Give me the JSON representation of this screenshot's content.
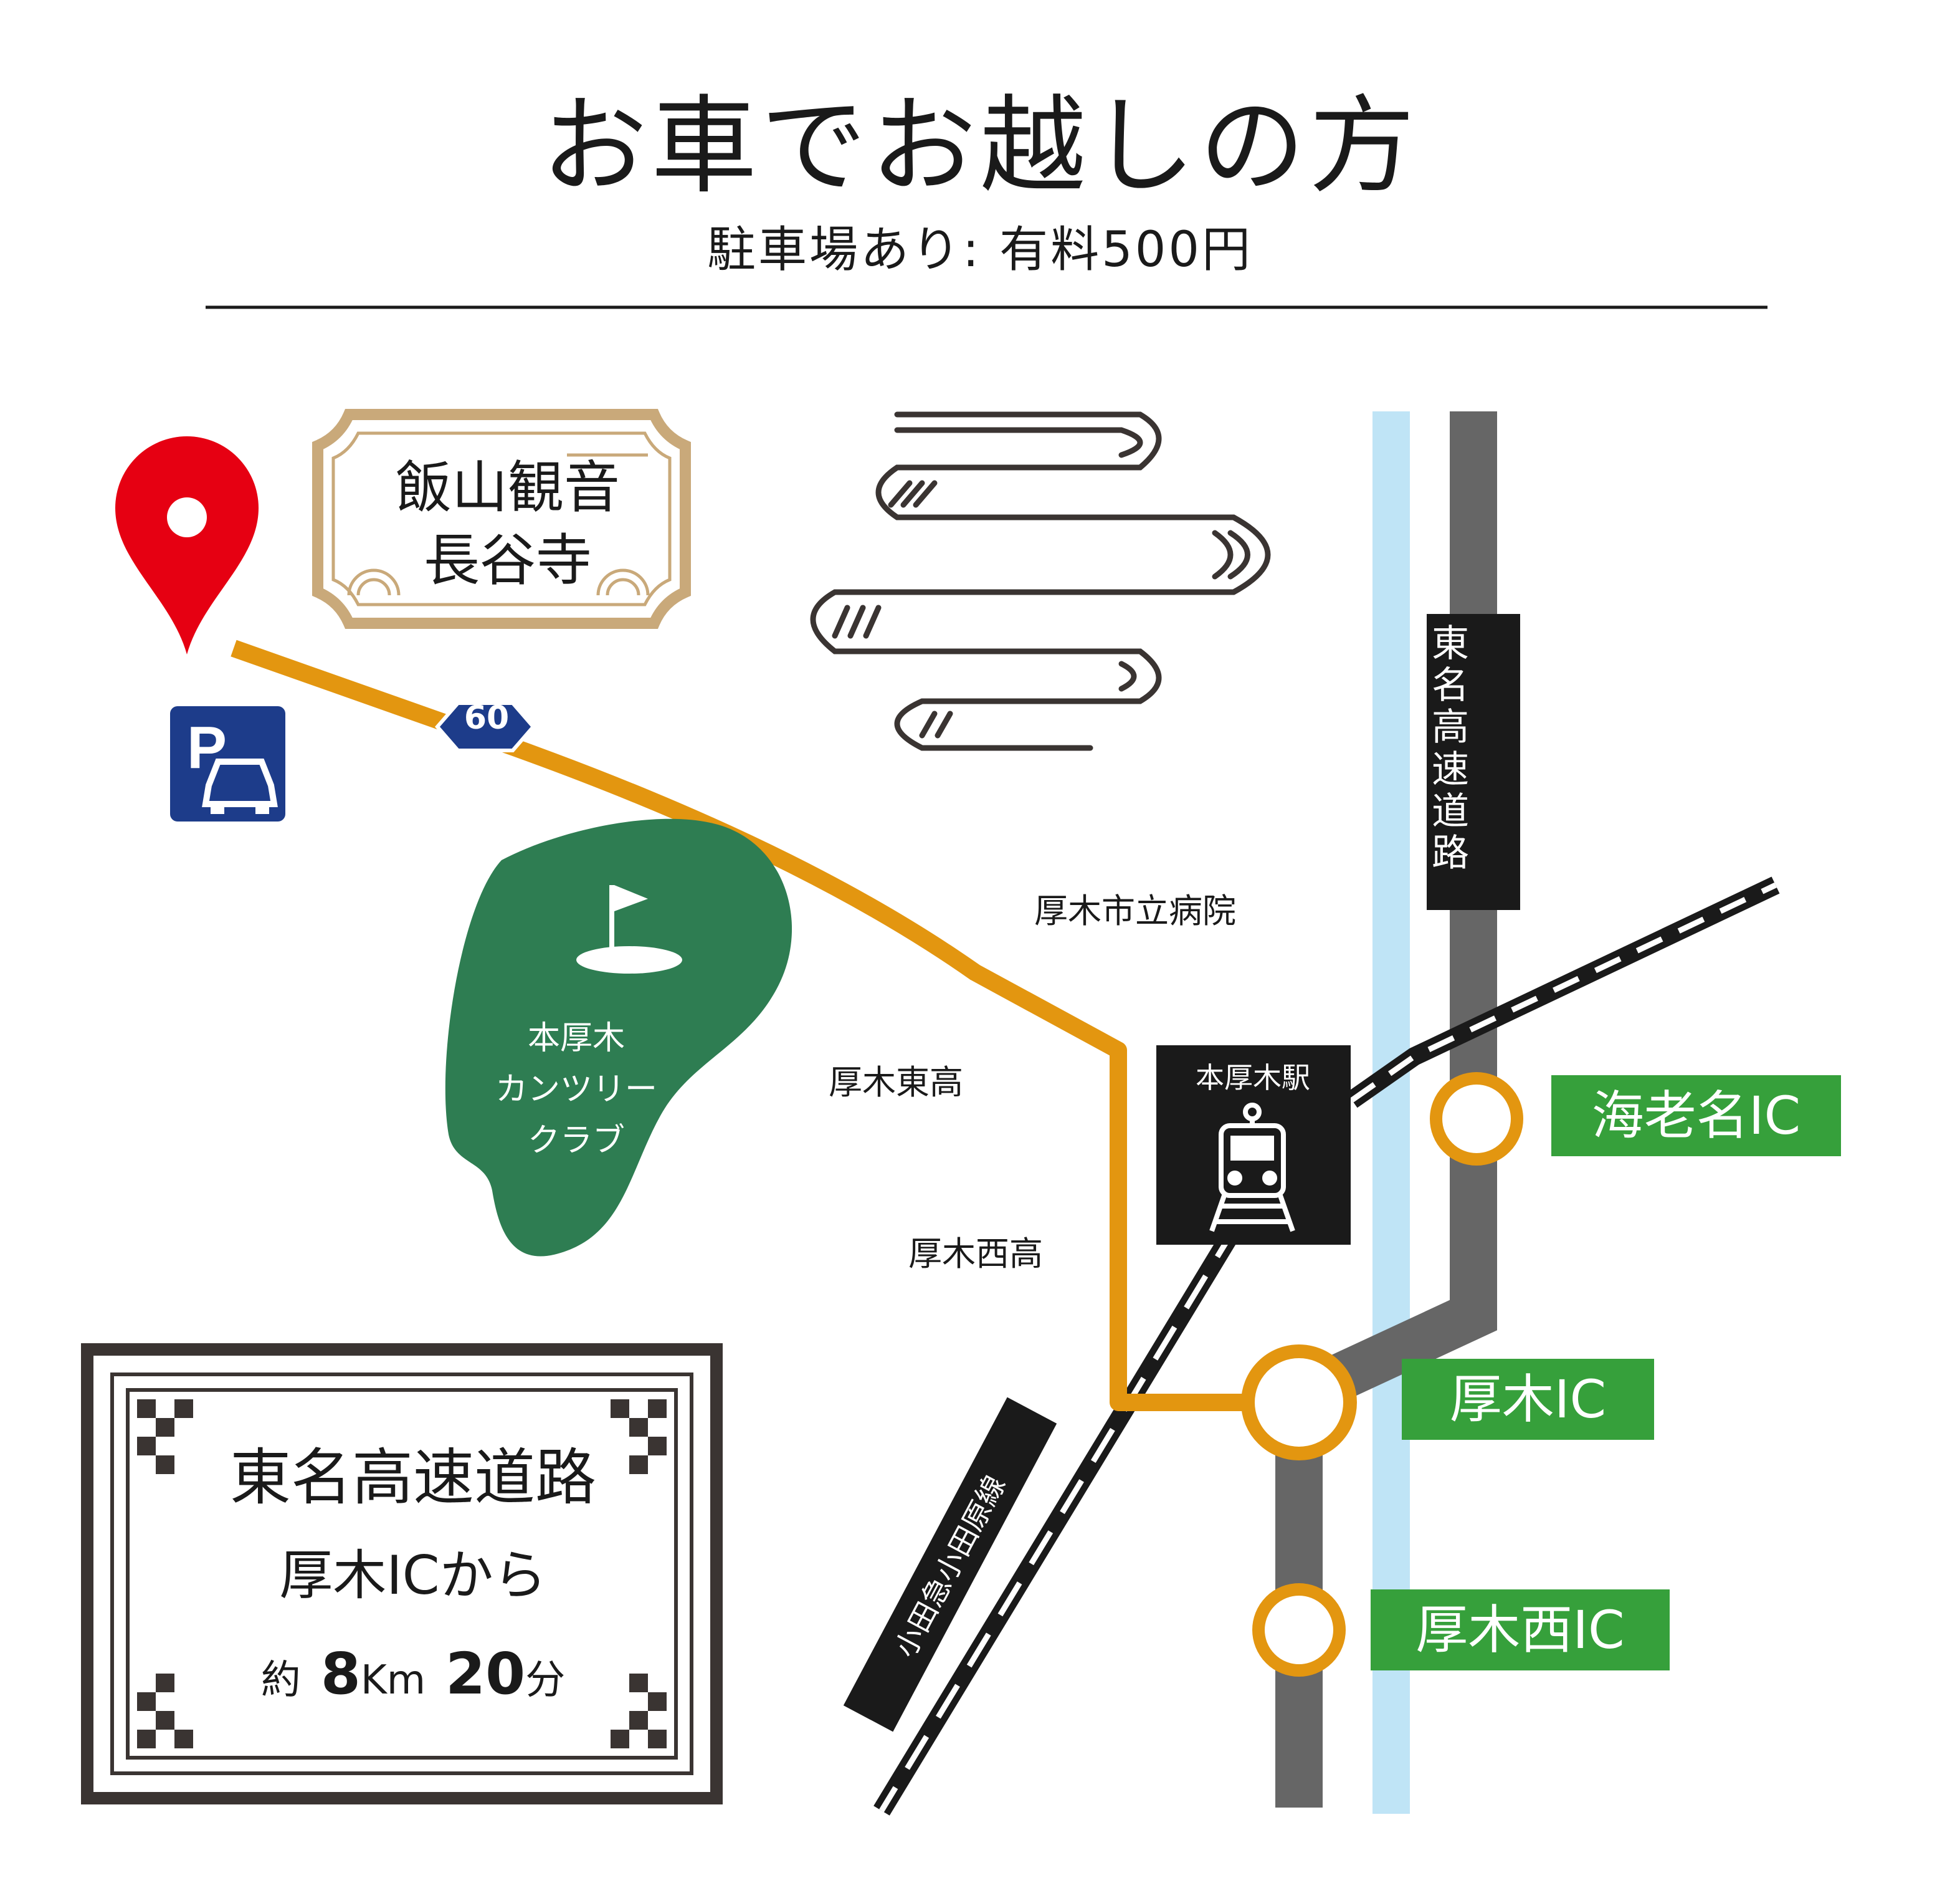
{
  "title": "お車でお越しの方",
  "subtitle": "駐車場あり: 有料500円",
  "temple": {
    "line1": "飯山観音",
    "line2": "長谷寺"
  },
  "route_number": "60",
  "golf_club": {
    "line1": "本厚木",
    "line2": "カンツリー",
    "line3": "クラブ"
  },
  "landmarks": {
    "hospital": "厚木市立病院",
    "east_high": "厚木東高",
    "west_high": "厚木西高"
  },
  "station": "本厚木駅",
  "highway_vertical": "東名高速道路",
  "railway_line": "小田急小田原線",
  "interchanges": {
    "ebina": "海老名IC",
    "atsugi": "厚木IC",
    "atsugi_west": "厚木西IC"
  },
  "info": {
    "line1": "東名高速道路",
    "line2": "厚木ICから",
    "line3_prefix": "約",
    "distance": "8",
    "distance_unit": "Km",
    "minutes": "20",
    "minutes_unit": "分"
  },
  "colors": {
    "road": "#e39610",
    "highway": "#666666",
    "river": "#bfe4f6",
    "pin": "#e60012",
    "parking": "#1d3c8a",
    "golf": "#2e7d52",
    "ic_label": "#36a03b",
    "frame": "#3a3432",
    "temple_frame": "#c9a97a"
  },
  "icons": [
    "map-pin-icon",
    "parking-car-icon",
    "golf-flag-icon",
    "train-icon",
    "cloud-decoration"
  ]
}
